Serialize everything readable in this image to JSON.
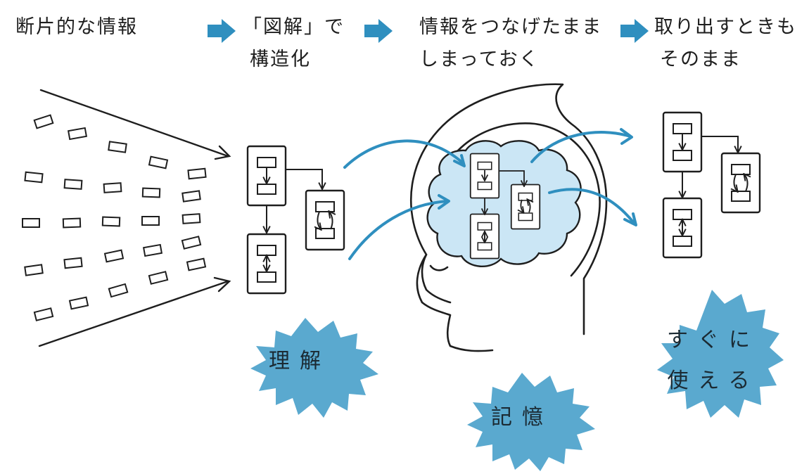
{
  "steps": [
    {
      "lines": [
        "断片的な情報"
      ]
    },
    {
      "lines": [
        "「図解」で",
        "構造化"
      ]
    },
    {
      "lines": [
        "情報をつなげたまま",
        "しまっておく"
      ]
    },
    {
      "lines": [
        "取り出すときも",
        "そのまま"
      ]
    }
  ],
  "badges": [
    {
      "lines": [
        "理解"
      ]
    },
    {
      "lines": [
        "記憶"
      ]
    },
    {
      "lines": [
        "すぐに",
        "使える"
      ]
    }
  ],
  "colors": {
    "accent": "#2f8fbf",
    "brain": "#cbe6f5",
    "badge": "#5aa9cf",
    "ink": "#1e1e1e"
  },
  "icons": [
    "flow-arrow-icon",
    "head-icon",
    "brain-icon",
    "flowchart-icon"
  ]
}
